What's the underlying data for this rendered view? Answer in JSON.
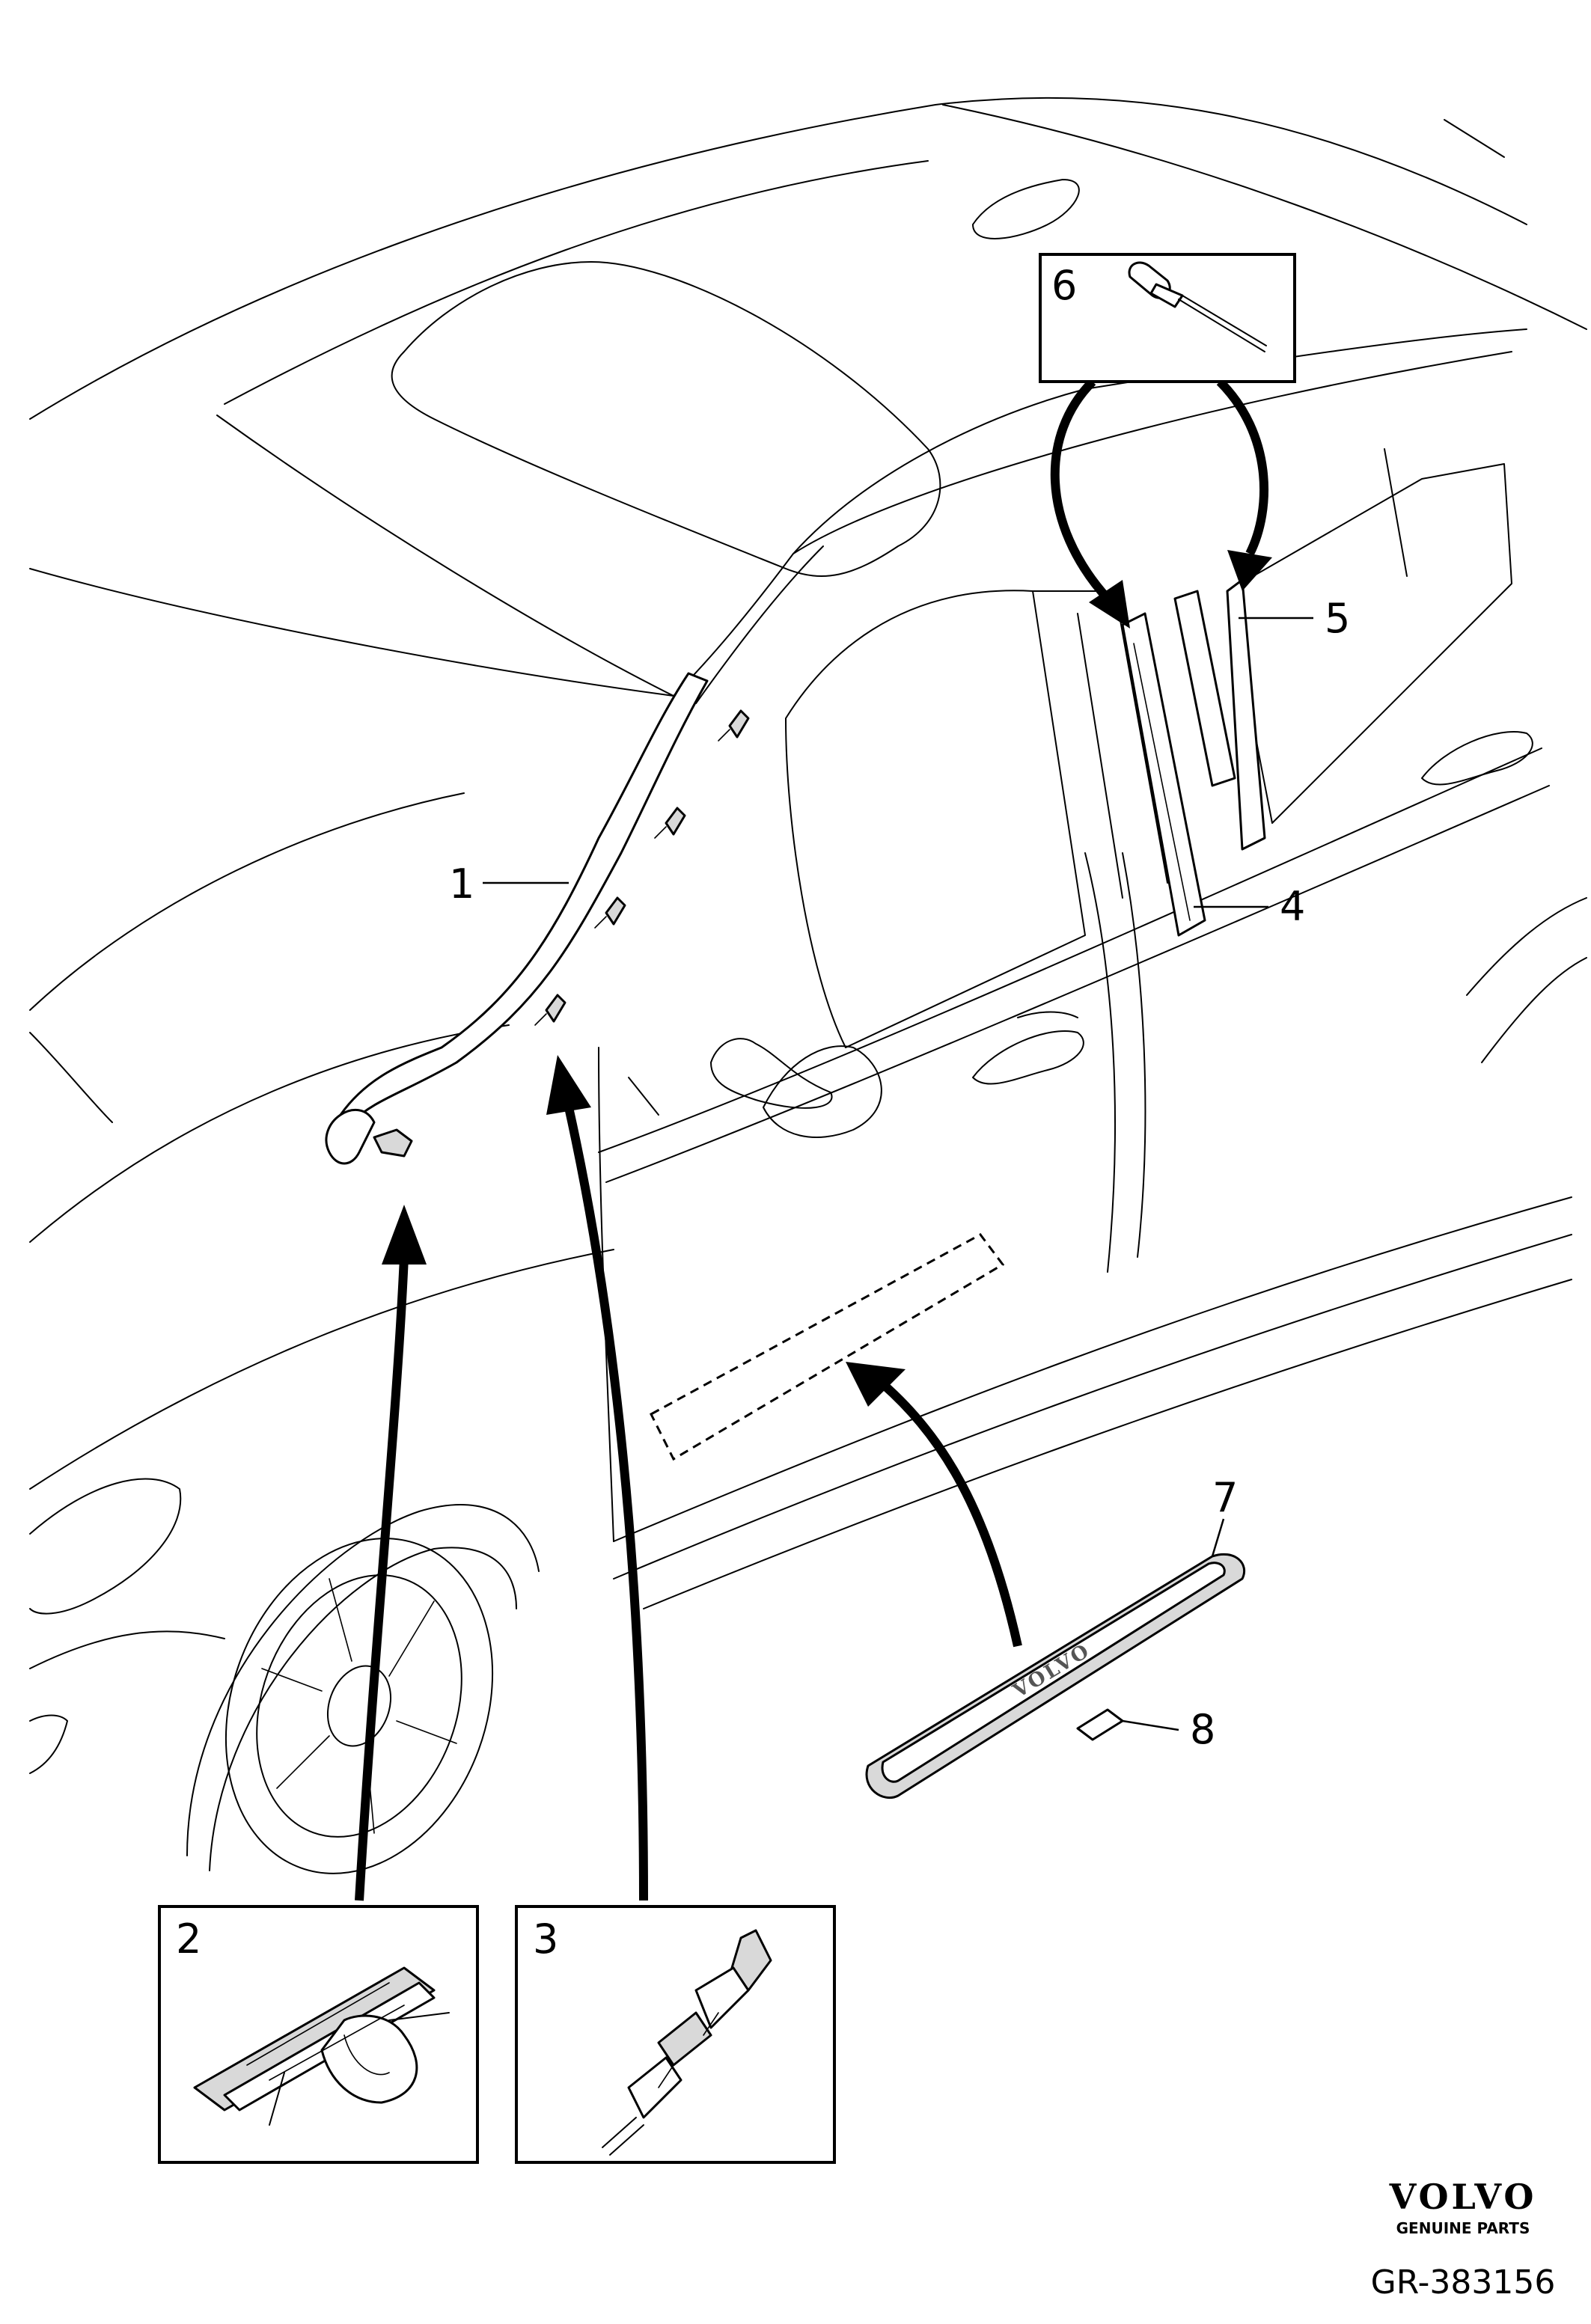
{
  "callouts": [
    {
      "id": "1",
      "label": "1"
    },
    {
      "id": "2",
      "label": "2"
    },
    {
      "id": "3",
      "label": "3"
    },
    {
      "id": "4",
      "label": "4"
    },
    {
      "id": "5",
      "label": "5"
    },
    {
      "id": "6",
      "label": "6"
    },
    {
      "id": "7",
      "label": "7"
    },
    {
      "id": "8",
      "label": "8"
    }
  ],
  "brand": {
    "name": "VOLVO",
    "tagline": "GENUINE PARTS"
  },
  "reference": "GR-383156",
  "sill_plate_logo": "VOLVO"
}
